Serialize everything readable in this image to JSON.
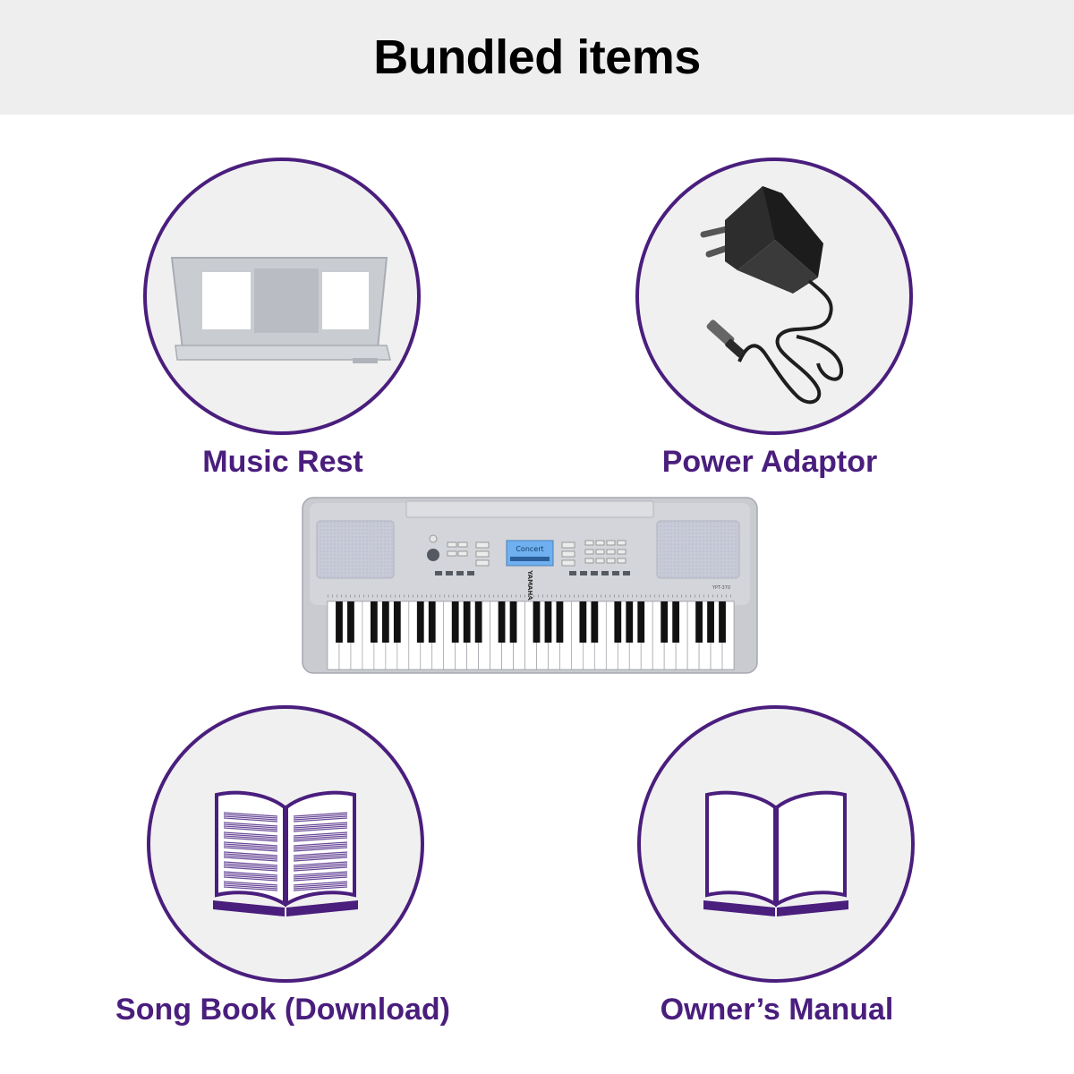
{
  "page": {
    "title": "Bundled items",
    "header_bg": "#eeeeee",
    "accent": "#4a1e7d"
  },
  "items": [
    {
      "label": "Music Rest",
      "icon": "music-rest-icon"
    },
    {
      "label": "Power Adaptor",
      "icon": "power-adaptor-icon"
    },
    {
      "label": "Song Book (Download)",
      "icon": "song-book-icon"
    },
    {
      "label": "Owner’s Manual",
      "icon": "owners-manual-icon"
    }
  ],
  "keyboard": {
    "brand": "YAMAHA",
    "model": "YPT-370",
    "display_text": "Concert"
  }
}
